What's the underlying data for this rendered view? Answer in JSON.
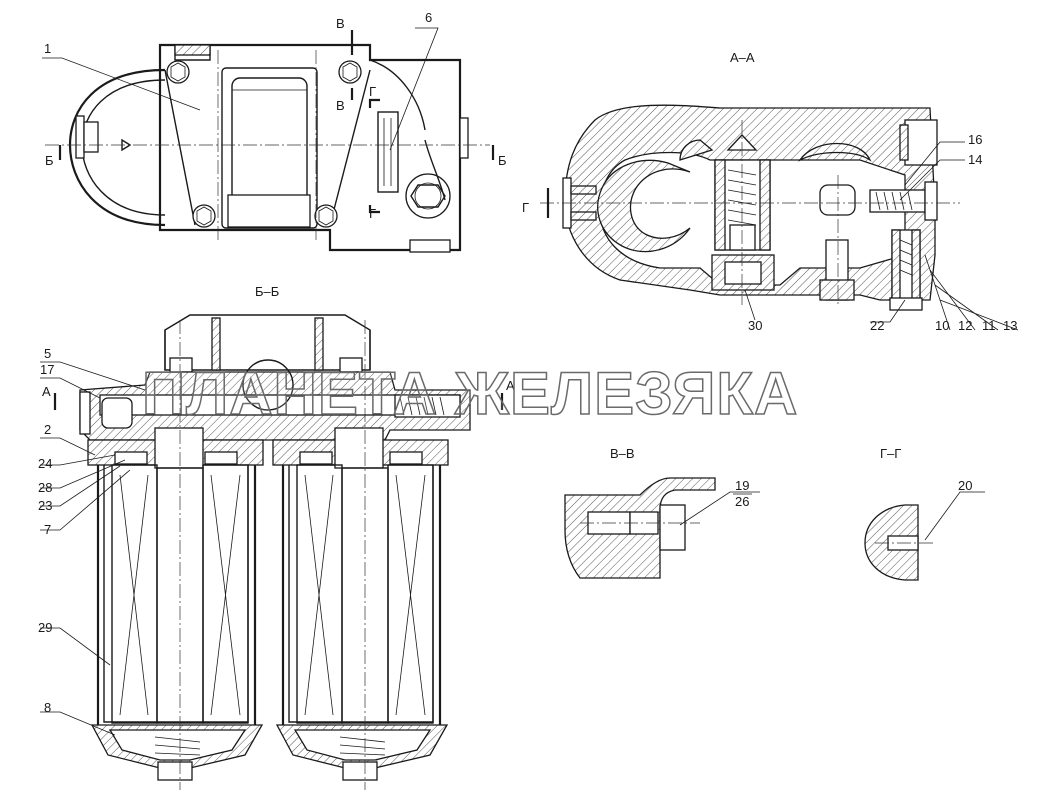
{
  "watermark": "ПЛАНЕТА ЖЕЛЕЗЯКА",
  "sections": {
    "aa": "А–А",
    "bb": "Б–Б",
    "vv": "В–В",
    "gg": "Г–Г"
  },
  "cut_marks": {
    "b": "Б",
    "v": "В",
    "g": "Г",
    "a": "А"
  },
  "callouts": {
    "c1": "1",
    "c2": "2",
    "c5": "5",
    "c6": "6",
    "c7": "7",
    "c8": "8",
    "c10": "10",
    "c11": "11",
    "c12": "12",
    "c13": "13",
    "c14": "14",
    "c16": "16",
    "c17": "17",
    "c19": "19",
    "c20": "20",
    "c22": "22",
    "c23": "23",
    "c24": "24",
    "c26": "26",
    "c28": "28",
    "c29": "29",
    "c30": "30"
  }
}
